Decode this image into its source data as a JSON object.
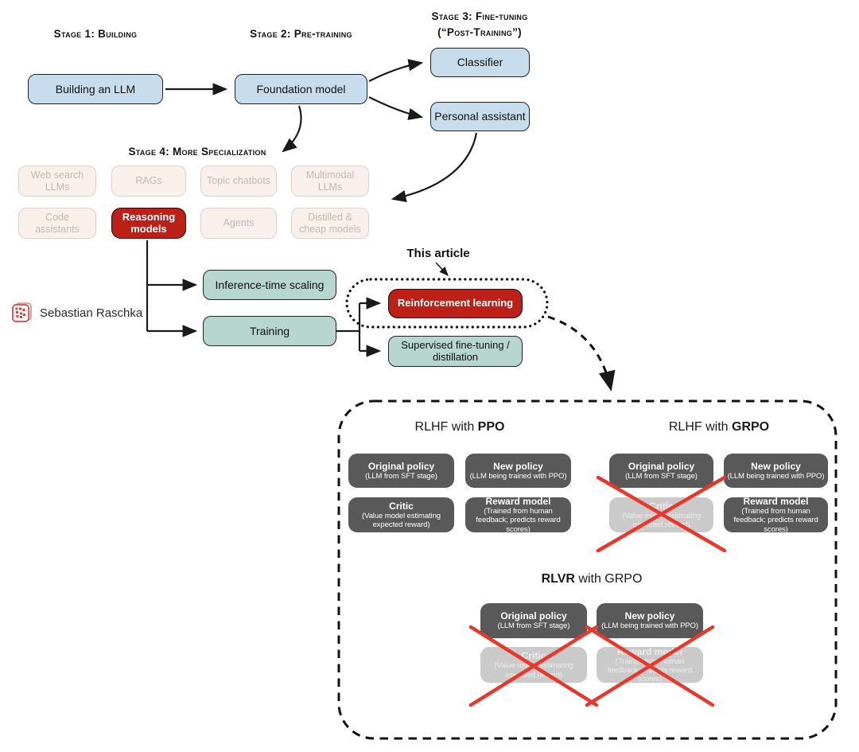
{
  "author": {
    "name": "Sebastian Raschka"
  },
  "stage1": {
    "label": "Stage 1: Building",
    "box": "Building an LLM"
  },
  "stage2": {
    "label": "Stage 2: Pre-training",
    "box": "Foundation model"
  },
  "stage3": {
    "label_line1": "Stage 3: Fine-tuning",
    "label_line2": "(“Post-Training”)",
    "box1": "Classifier",
    "box2": "Personal assistant"
  },
  "stage4": {
    "label": "Stage 4: More Specialization",
    "row1": [
      "Web search LLMs",
      "RAGs",
      "Topic chatbots",
      "Multimodal LLMs"
    ],
    "row2": [
      "Code assistants",
      "Reasoning models",
      "Agents",
      "Distilled & cheap models"
    ]
  },
  "branches": {
    "this_article": "This article",
    "inference": "Inference-time scaling",
    "training": "Training",
    "reinforcement": "Reinforcement learning",
    "sft": "Supervised fine-tuning / distillation"
  },
  "panel": {
    "sections": [
      {
        "title_pre": "RLHF with ",
        "title_bold": "PPO",
        "title_post": ""
      },
      {
        "title_pre": "RLHF with ",
        "title_bold": "GRPO",
        "title_post": ""
      },
      {
        "title_pre": "",
        "title_bold": "RLVR",
        "title_post": " with GRPO"
      }
    ],
    "cards": {
      "original_policy": {
        "title": "Original policy",
        "subtitle": "(LLM from SFT stage)"
      },
      "new_policy": {
        "title": "New policy",
        "subtitle": "(LLM being trained with PPO)"
      },
      "critic": {
        "title": "Critic",
        "subtitle": "(Value model estimating expected reward)"
      },
      "reward_model": {
        "title": "Reward model",
        "subtitle": "(Trained from human feedback; predicts reward scores)"
      }
    }
  },
  "colors": {
    "light_blue": "#c7dded",
    "teal": "#b6d6cf",
    "red": "#bc2017",
    "dark_gray": "#595959",
    "disabled_gray": "#cacaca",
    "faded_bg": "#faf0eb",
    "cross_red": "#e8382c",
    "line_black": "#1a1a1a"
  }
}
